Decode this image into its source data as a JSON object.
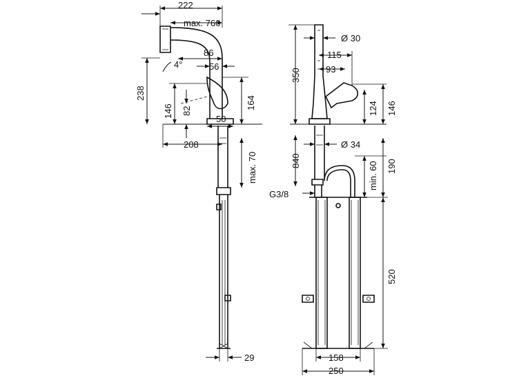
{
  "dimensions": {
    "d222": "222",
    "max760": "max. 760",
    "d86": "86",
    "d4deg": "4°",
    "d56": "56",
    "d238": "238",
    "d146_left": "146",
    "d82": "82",
    "d164": "164",
    "d50": "50",
    "d208": "208",
    "max70": "max. 70",
    "d29": "29",
    "dia30": "Ø 30",
    "d115": "115",
    "d93": "93",
    "d350": "350",
    "d124": "124",
    "d146_right": "146",
    "dia34": "Ø 34",
    "d840": "840",
    "min60": "min. 60",
    "d190": "190",
    "g38": "G3/8",
    "d520": "520",
    "d158": "158",
    "d250": "250"
  }
}
